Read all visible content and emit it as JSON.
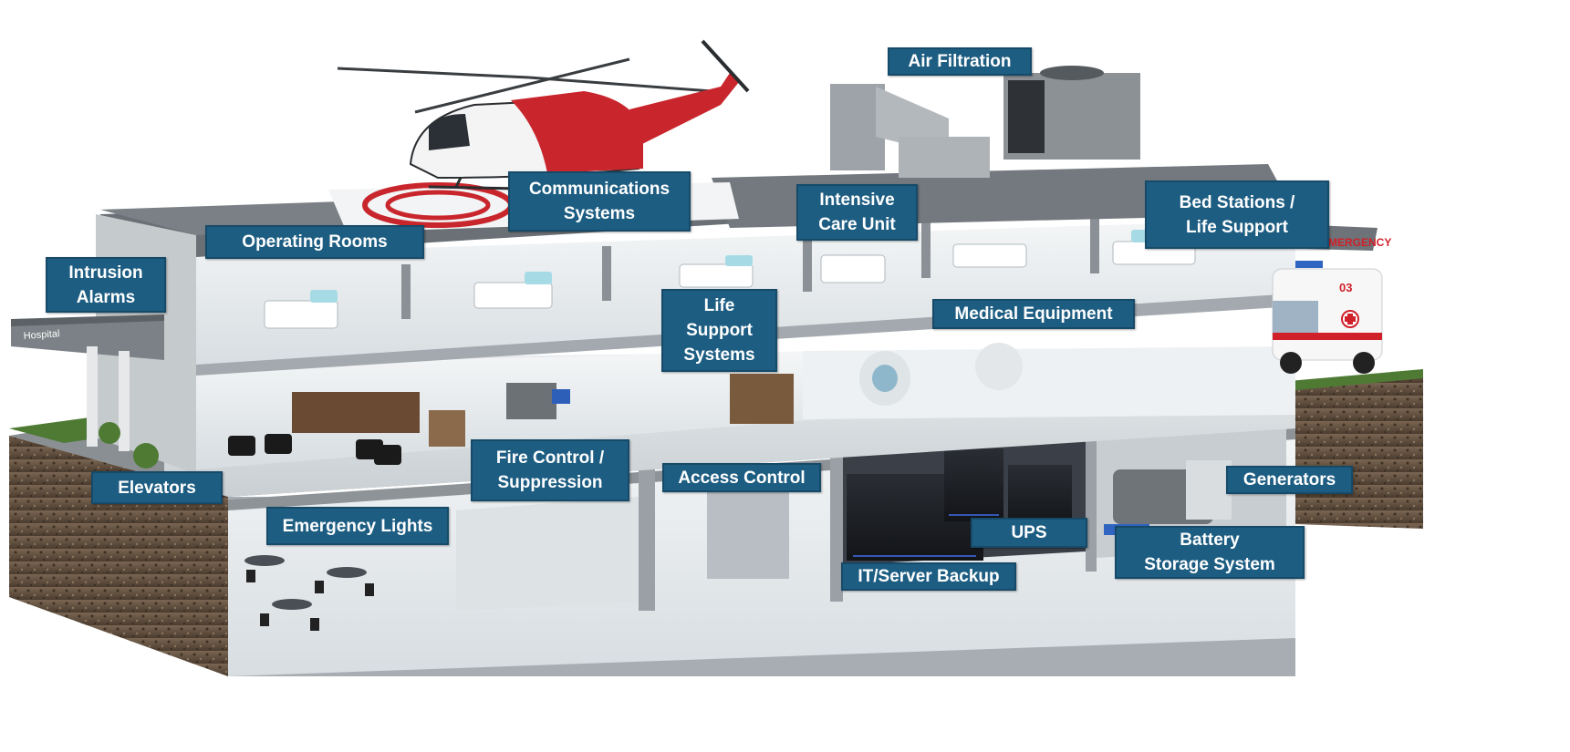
{
  "labels": {
    "air_filtration": "Air Filtration",
    "communications": "Communications\nSystems",
    "intensive_care": "Intensive\nCare Unit",
    "bed_stations": "Bed Stations /\nLife Support",
    "operating_rooms": "Operating  Rooms",
    "intrusion_alarms": "Intrusion\nAlarms",
    "life_support": "Life\nSupport\nSystems",
    "medical_equipment": "Medical Equipment",
    "fire_control": "Fire Control /\nSuppression",
    "access_control": "Access Control",
    "generators": "Generators",
    "elevators": "Elevators",
    "emergency_lights": "Emergency Lights",
    "ups": "UPS",
    "battery_storage": "Battery\nStorage System",
    "it_server_backup": "IT/Server Backup"
  },
  "signage": {
    "hospital_sign": "Hospital",
    "emergency_sign": "EMERGENCY",
    "ambulance_number": "03"
  },
  "colors": {
    "label_fill": "#1d5d82",
    "label_text": "#ffffff",
    "helicopter_red": "#c8262c",
    "soil": "#5a4a3a",
    "grass": "#4e7a34"
  }
}
